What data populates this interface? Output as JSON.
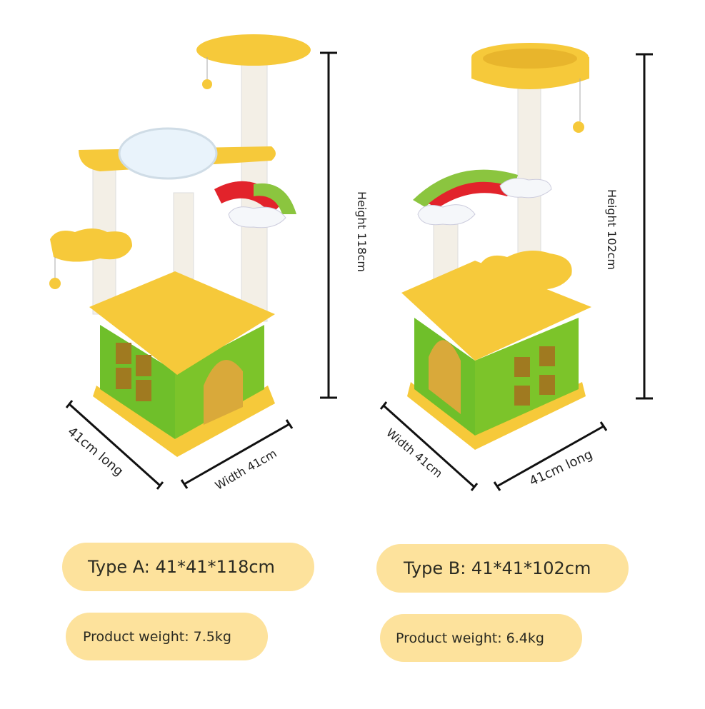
{
  "product_a": {
    "height_label": "Height 118cm",
    "length_label": "41cm long",
    "width_label": "Width 41cm",
    "type_label": "Type A: 41*41*118cm",
    "weight_label": "Product weight: 7.5kg"
  },
  "product_b": {
    "height_label": "Height 102cm",
    "length_label": "41cm long",
    "width_label": "Width 41cm",
    "type_label": "Type B: 41*41*102cm",
    "weight_label": "Product weight: 6.4kg"
  },
  "colors": {
    "pill": "#fde29c",
    "yellow": "#f6c93a",
    "green": "#7cc42a",
    "sisal": "#f3efe6",
    "red": "#e2232b"
  }
}
